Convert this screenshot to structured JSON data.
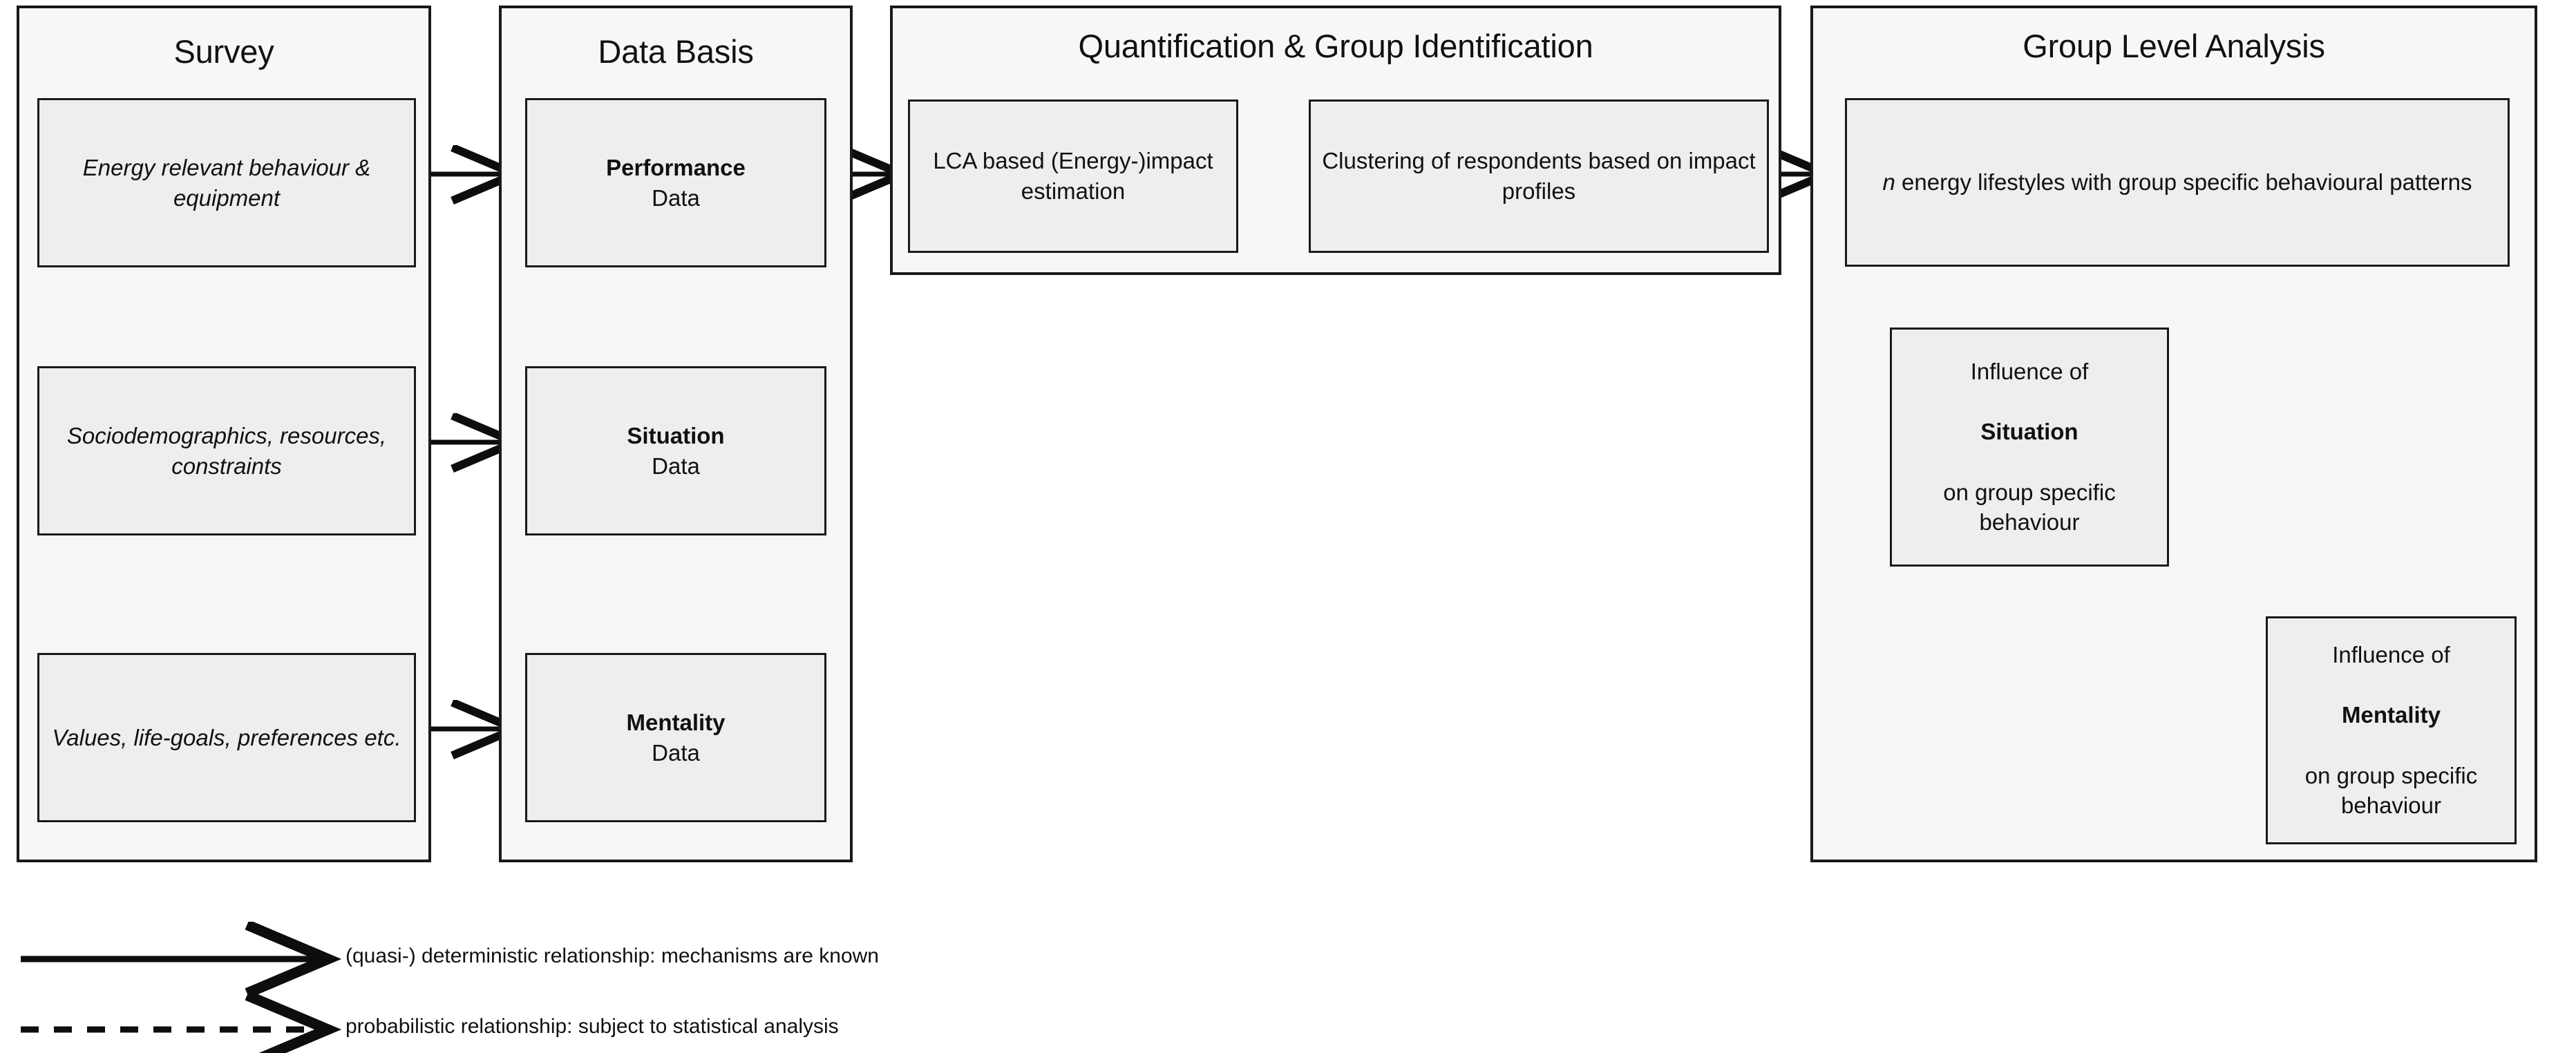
{
  "diagram": {
    "title_hidden": "",
    "panels": [
      {
        "id": "survey",
        "title": "Survey",
        "boxes": [
          {
            "id": "survey-behaviour",
            "text": "Energy relevant behaviour & equipment",
            "style": "italic"
          },
          {
            "id": "survey-sociodemographics",
            "text": "Sociodemographics, resources, constraints",
            "style": "italic"
          },
          {
            "id": "survey-values",
            "text": "Values, life-goals, preferences etc.",
            "style": "italic"
          }
        ]
      },
      {
        "id": "data-basis",
        "title": "Data Basis",
        "boxes": [
          {
            "id": "performance-data",
            "strong": "Performance",
            "text": "Data"
          },
          {
            "id": "situation-data",
            "strong": "Situation",
            "text": "Data"
          },
          {
            "id": "mentality-data",
            "strong": "Mentality",
            "text": "Data"
          }
        ]
      },
      {
        "id": "quantification",
        "title": "Quantification & Group Identification",
        "boxes": [
          {
            "id": "lca-estimation",
            "text": "LCA based (Energy-)impact estimation"
          },
          {
            "id": "clustering",
            "text": "Clustering of respondents based on impact profiles"
          }
        ]
      },
      {
        "id": "group-level-analysis",
        "title": "Group Level Analysis",
        "boxes": [
          {
            "id": "lifestyles",
            "italic_lead": "n",
            "text": " energy lifestyles with group specific behavioural patterns"
          },
          {
            "id": "influence-situation",
            "line1": "Influence of",
            "strong": "Situation",
            "line3": "on group specific behaviour"
          },
          {
            "id": "influence-mentality",
            "line1": "Influence of",
            "strong": "Mentality",
            "line3": "on group specific behaviour"
          }
        ]
      }
    ]
  },
  "legend": {
    "items": [
      {
        "id": "deterministic",
        "style": "solid",
        "label": "(quasi-) deterministic relationship: mechanisms are known"
      },
      {
        "id": "probabilistic",
        "style": "dashed",
        "label": "probabilistic relationship: subject to statistical analysis"
      }
    ]
  },
  "colors": {
    "panel_fill": "#f7f7f7",
    "box_fill": "#eeeeee",
    "stroke": "#1a1a1a",
    "text": "#111111",
    "background": "#ffffff"
  }
}
